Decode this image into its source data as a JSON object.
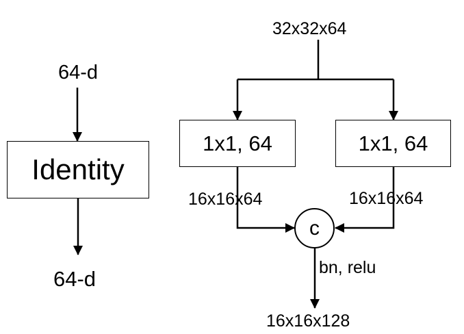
{
  "identity_block": {
    "input_label": "64-d",
    "box_label": "Identity",
    "output_label": "64-d"
  },
  "concat_block": {
    "input_label": "32x32x64",
    "left_conv_label": "1x1, 64",
    "right_conv_label": "1x1, 64",
    "left_branch_output": "16x16x64",
    "right_branch_output": "16x16x64",
    "concat_symbol": "c",
    "post_op_label": "bn, relu",
    "output_label": "16x16x128"
  },
  "colors": {
    "stroke": "#000000",
    "background": "#ffffff"
  }
}
